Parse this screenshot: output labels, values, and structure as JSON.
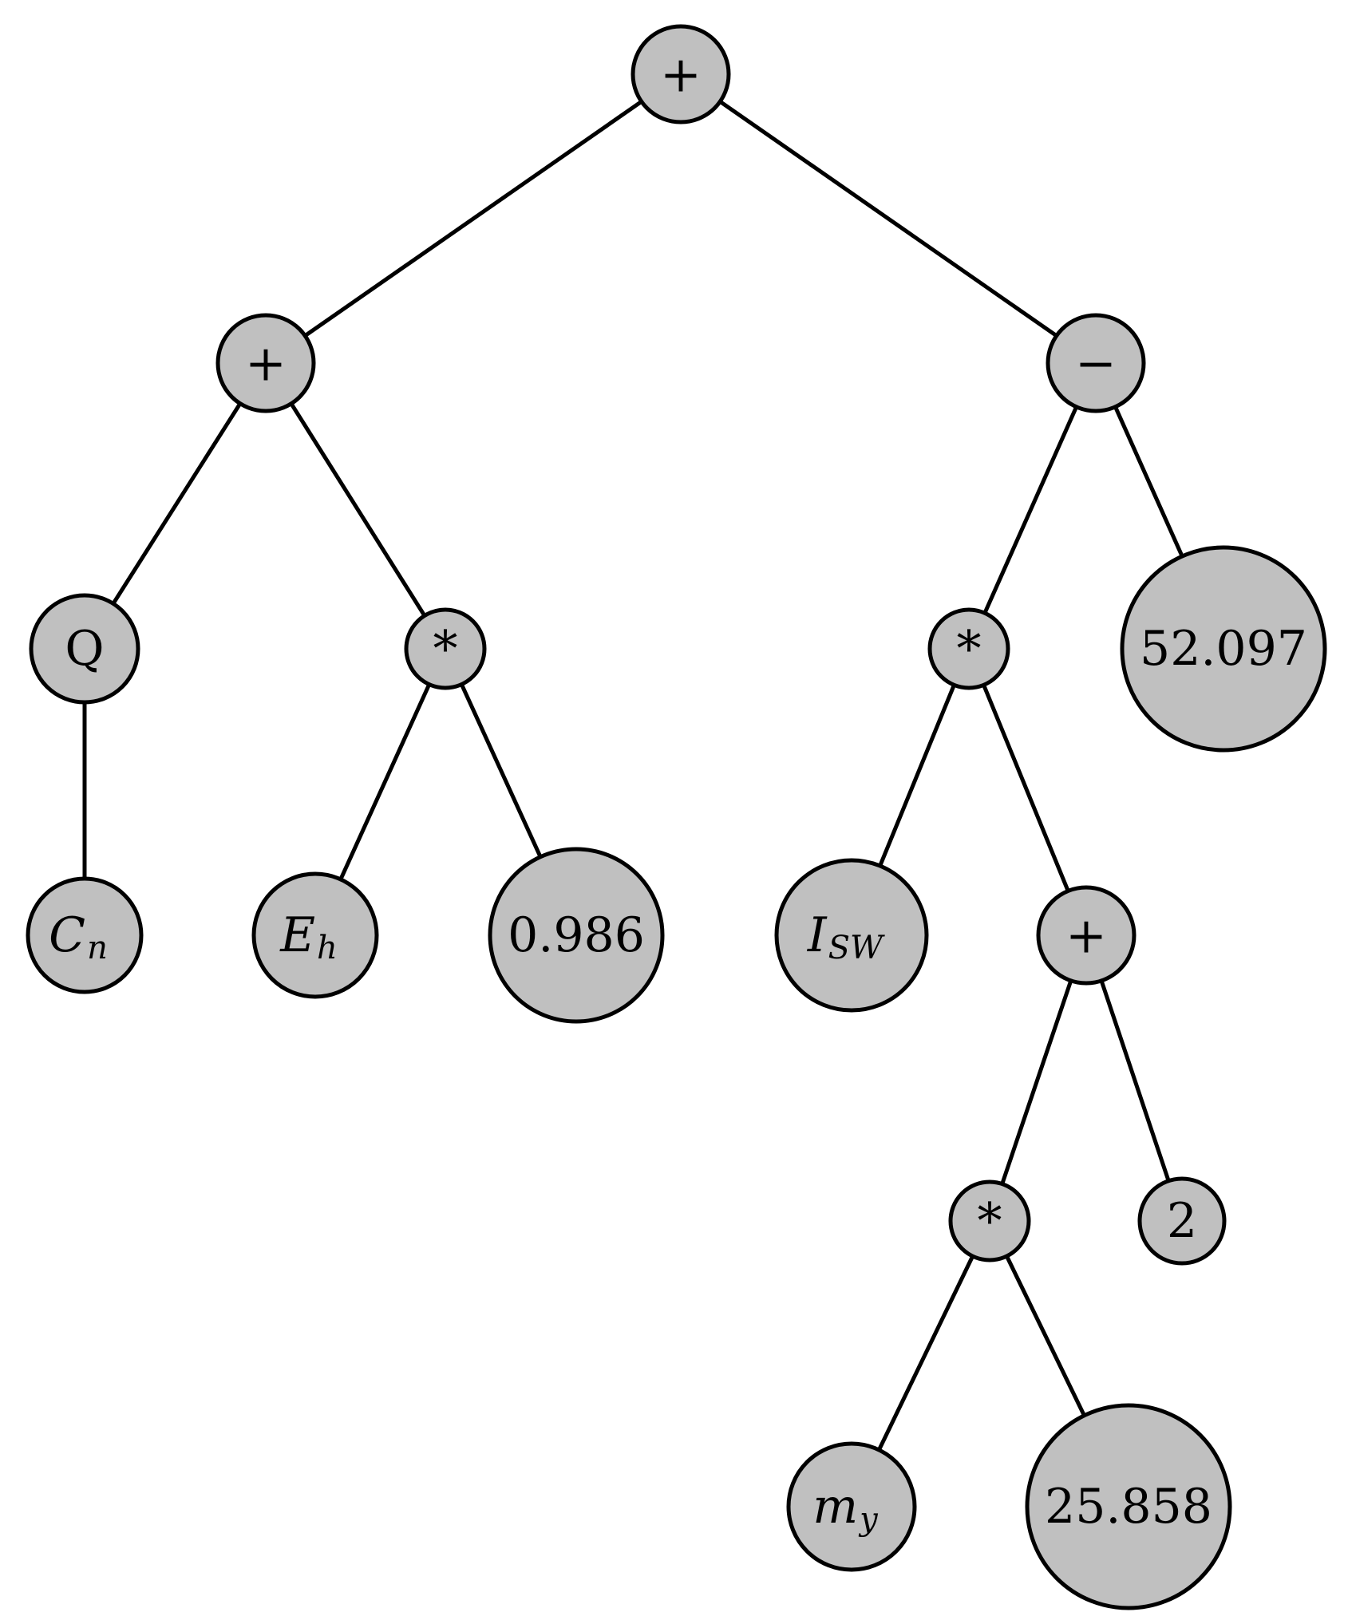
{
  "nodes": {
    "root": {
      "label": "+"
    },
    "plus_left": {
      "label": "+"
    },
    "minus": {
      "label": "−"
    },
    "q": {
      "label": "Q"
    },
    "mul_left": {
      "label": "*"
    },
    "mul_right": {
      "label": "*"
    },
    "const_52": {
      "label": "52.097"
    },
    "cn": {
      "label": "C",
      "sub": "n"
    },
    "eh": {
      "label": "E",
      "sub": "h"
    },
    "const_0986": {
      "label": "0.986"
    },
    "isw": {
      "label": "I",
      "sub": "SW"
    },
    "plus_inner": {
      "label": "+"
    },
    "mul_inner": {
      "label": "*"
    },
    "const_2": {
      "label": "2"
    },
    "my": {
      "label": "m",
      "sub": "y"
    },
    "const_25": {
      "label": "25.858"
    }
  },
  "edges": [
    [
      "root",
      "plus_left"
    ],
    [
      "root",
      "minus"
    ],
    [
      "plus_left",
      "q"
    ],
    [
      "plus_left",
      "mul_left"
    ],
    [
      "q",
      "cn"
    ],
    [
      "mul_left",
      "eh"
    ],
    [
      "mul_left",
      "const_0986"
    ],
    [
      "minus",
      "mul_right"
    ],
    [
      "minus",
      "const_52"
    ],
    [
      "mul_right",
      "isw"
    ],
    [
      "mul_right",
      "plus_inner"
    ],
    [
      "plus_inner",
      "mul_inner"
    ],
    [
      "plus_inner",
      "const_2"
    ],
    [
      "mul_inner",
      "my"
    ],
    [
      "mul_inner",
      "const_25"
    ]
  ]
}
